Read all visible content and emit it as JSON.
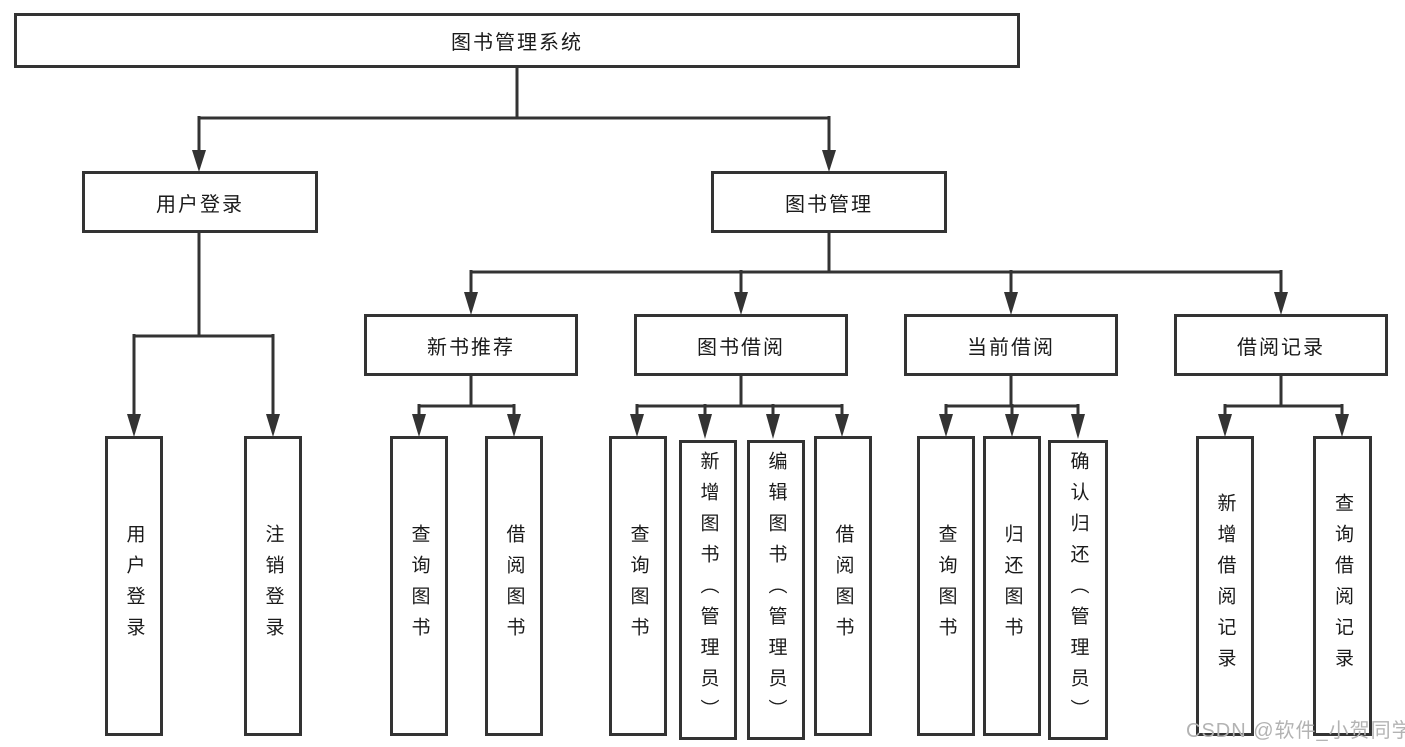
{
  "tree": {
    "root": {
      "label": "图书管理系统"
    },
    "user": {
      "label": "用户登录",
      "children": [
        "用户登录",
        "注销登录"
      ]
    },
    "mgmt": {
      "label": "图书管理",
      "groups": [
        {
          "label": "新书推荐",
          "children": [
            "查询图书",
            "借阅图书"
          ]
        },
        {
          "label": "图书借阅",
          "children": [
            "查询图书",
            "新增图书（管理员）",
            "编辑图书（管理员）",
            "借阅图书"
          ]
        },
        {
          "label": "当前借阅",
          "children": [
            "查询图书",
            "归还图书",
            "确认归还（管理员）"
          ]
        },
        {
          "label": "借阅记录",
          "children": [
            "新增借阅记录",
            "查询借阅记录"
          ]
        }
      ]
    }
  },
  "watermark": {
    "text": "CSDN @软件_小贺同学"
  },
  "colors": {
    "line": "#333333",
    "box_border": "#333333",
    "box_fill": "#ffffff",
    "text": "#1a1a1a",
    "watermark": "#b3b3b3",
    "background": "#ffffff"
  }
}
